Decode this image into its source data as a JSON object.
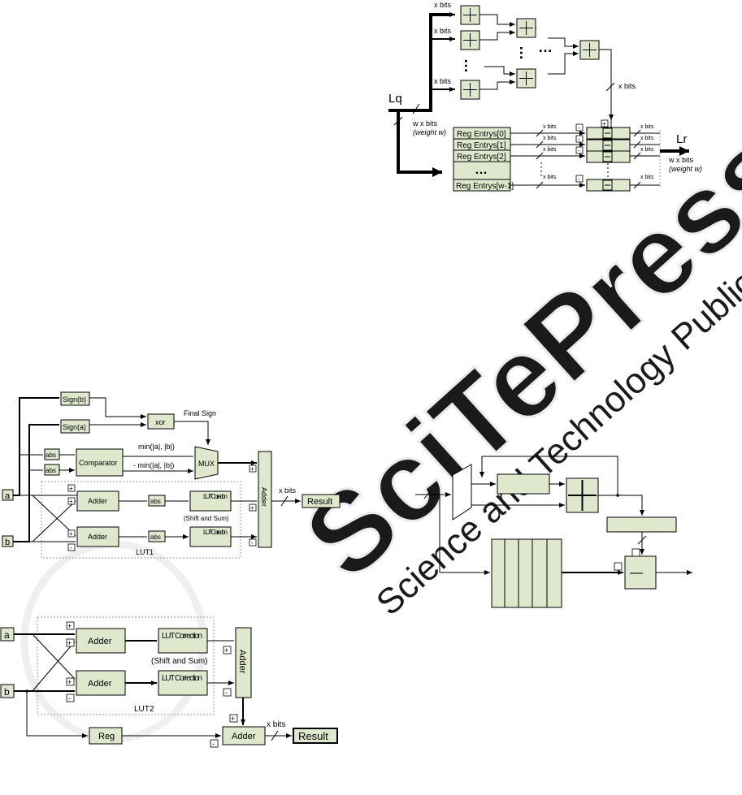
{
  "top_diagram": {
    "input_label": "Lq",
    "output_label": "Lr",
    "x_bits": "x bits",
    "w_x_bits": "w x bits",
    "weight_w": "(weight w)",
    "ellipsis": "…",
    "regs": [
      "Reg Entrys[0]",
      "Reg Entrys[1]",
      "Reg Entrys[2]",
      "Reg Entrys[w-1]"
    ],
    "plus": "+",
    "minus": "-"
  },
  "lut1_diagram": {
    "input_a": "a",
    "input_b": "b",
    "sign_b": "Sign(b)",
    "sign_a": "Sign(a)",
    "xor": "xor",
    "final_sign": "Final Sign",
    "abs": "abs",
    "comparator": "Comparator",
    "min_pos": "min(|a|, |b|)",
    "min_neg": "- min(|a|, |b|)",
    "mux": "MUX",
    "adder": "Adder",
    "lut_correction": "LUT Correction",
    "shift_and_sum": "(Shift and Sum)",
    "lut_label": "LUT1",
    "x_bits": "x bits",
    "result": "Result",
    "plus": "+",
    "minus": "-"
  },
  "lut2_diagram": {
    "input_a": "a",
    "input_b": "b",
    "adder": "Adder",
    "lut_correction": "LUT Correction",
    "shift_and_sum": "(Shift and Sum)",
    "lut_label": "LUT2",
    "reg": "Reg",
    "x_bits": "x bits",
    "result": "Result",
    "plus": "+",
    "minus": "-"
  },
  "right_diagram": {
    "subtract_symbol": "—"
  },
  "watermark": {
    "line1": "SciTePress",
    "line2": "Science and Technology Publications"
  }
}
